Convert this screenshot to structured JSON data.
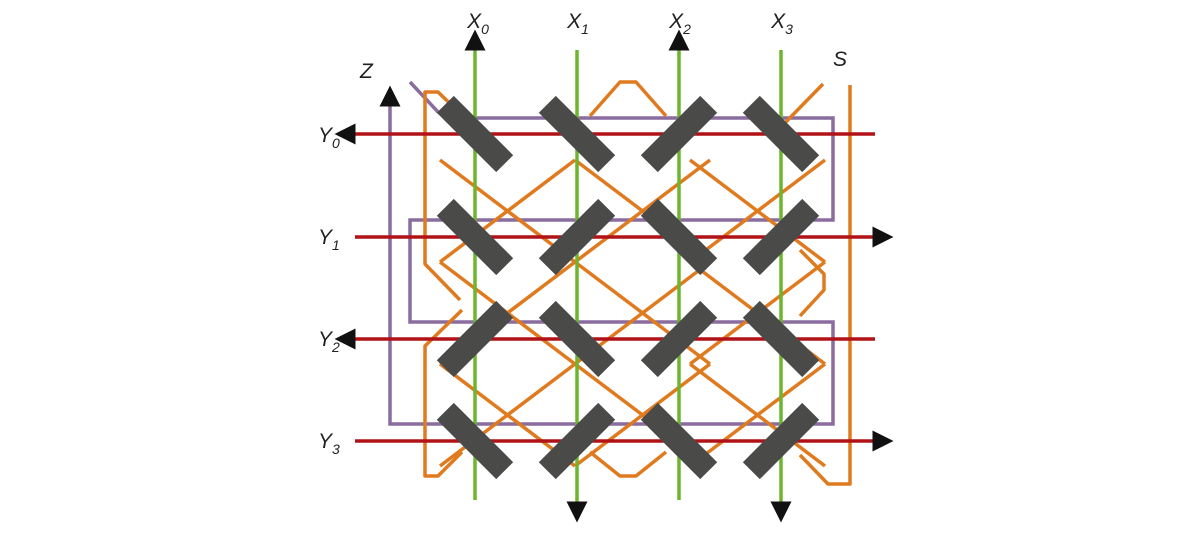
{
  "labels": {
    "x": [
      {
        "base": "X",
        "sub": "0"
      },
      {
        "base": "X",
        "sub": "1"
      },
      {
        "base": "X",
        "sub": "2"
      },
      {
        "base": "X",
        "sub": "3"
      }
    ],
    "y": [
      {
        "base": "Y",
        "sub": "0"
      },
      {
        "base": "Y",
        "sub": "1"
      },
      {
        "base": "Y",
        "sub": "2"
      },
      {
        "base": "Y",
        "sub": "3"
      }
    ],
    "z": "Z",
    "s": "S"
  },
  "colors": {
    "x_line": "#6cb52d",
    "y_line": "#b01217",
    "z_line": "#8a6c9f",
    "s_line": "#e07a1f",
    "splitter": "#4a4b49",
    "arrow": "#111111",
    "text": "#222222"
  },
  "splitter_orientation": [
    [
      "backslash",
      "backslash",
      "slash",
      "backslash"
    ],
    [
      "backslash",
      "slash",
      "backslash",
      "slash"
    ],
    [
      "slash",
      "backslash",
      "slash",
      "backslash"
    ],
    [
      "backslash",
      "slash",
      "backslash",
      "slash"
    ]
  ],
  "x_arrow_direction": [
    "up",
    "down",
    "up",
    "down"
  ],
  "y_arrow_direction": [
    "left",
    "right",
    "left",
    "right"
  ]
}
